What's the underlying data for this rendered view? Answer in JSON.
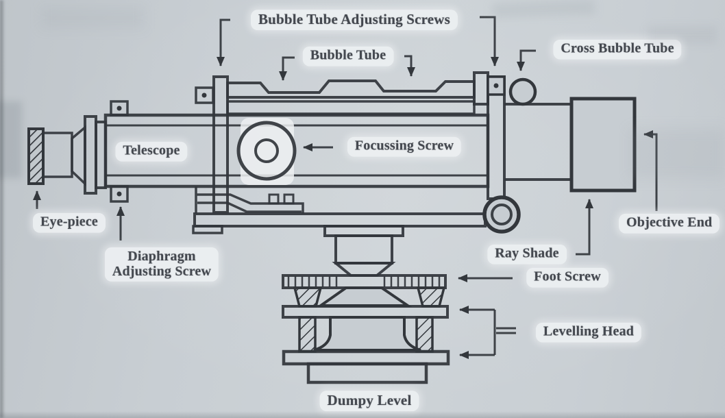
{
  "figure": {
    "caption": "Dumpy Level",
    "labels": {
      "bubble_tube_adjusting_screws": "Bubble Tube Adjusting Screws",
      "bubble_tube": "Bubble Tube",
      "cross_bubble_tube": "Cross Bubble Tube",
      "telescope": "Telescope",
      "focussing_screw": "Focussing Screw",
      "eye_piece": "Eye-piece",
      "diaphragm_adjusting_screw": {
        "line1": "Diaphragm",
        "line2": "Adjusting Screw"
      },
      "ray_shade": "Ray Shade",
      "foot_screw": "Foot Screw",
      "objective_end": "Objective End",
      "levelling_head": "Levelling Head"
    },
    "colors": {
      "paper": "#c7cdd2",
      "ink": "#33373c",
      "label_background": "#edf0f2",
      "label_text": "#44484f"
    }
  }
}
